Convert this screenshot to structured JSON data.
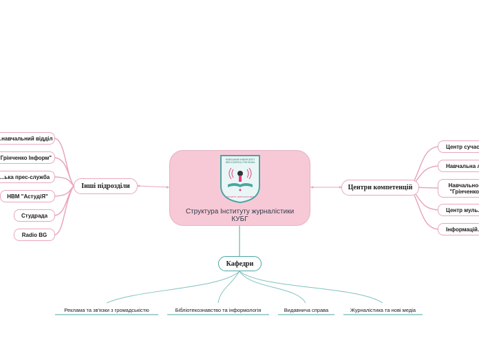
{
  "central": {
    "title": "Структура Інституту журналістики КУБГ",
    "logo": {
      "line1": "КИЇВСЬКИЙ УНІВЕРСИТЕТ",
      "line2": "ІМЕНІ БОРИСА ГРІНЧЕНКА",
      "banner": "ІНСТИТУТ ЖУРНАЛІСТИКИ"
    }
  },
  "left_branch": {
    "label": "Інші підрозділи",
    "items": [
      "...навчальний відділ",
      "\"Грінченко Інформ\"",
      "...ька прес-служба",
      "НВМ \"АстудіЯ\"",
      "Студрада",
      "Radio BG"
    ]
  },
  "right_branch": {
    "label": "Центри компетенцій",
    "items": [
      "Центр сучас...",
      "Навчальна л...",
      "Навчально-... \"Грінченко...",
      "Центр муль...",
      "Інформацій..."
    ]
  },
  "bottom_branch": {
    "label": "Кафедри",
    "items": [
      "Реклама та зв'язки з громадськістю",
      "Бібліотекознавство та інформологія",
      "Видавнича справа",
      "Журналістика та нові медіа"
    ]
  },
  "colors": {
    "pink_line": "#e8a6bb",
    "teal_line": "#4aa5a2",
    "central_fill": "#f7c9d6"
  }
}
